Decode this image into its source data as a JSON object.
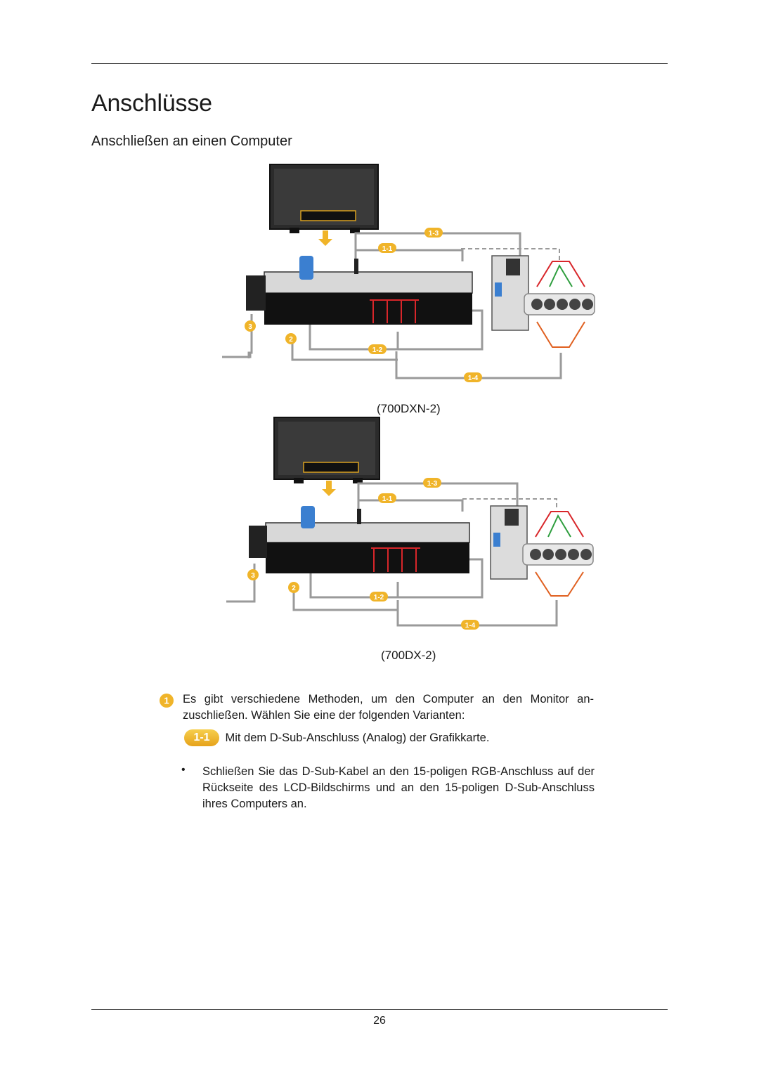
{
  "header": {
    "title": "Anschlüsse"
  },
  "section": {
    "title": "Anschließen an einen Computer"
  },
  "figures": [
    {
      "caption": "(700DXN-2)",
      "badges": {
        "b11": "1-1",
        "b12": "1-2",
        "b13": "1-3",
        "b14": "1-4",
        "n2": "2",
        "n3": "3"
      }
    },
    {
      "caption": "(700DX-2)",
      "badges": {
        "b11": "1-1",
        "b12": "1-2",
        "b13": "1-3",
        "b14": "1-4",
        "n2": "2",
        "n3": "3"
      }
    }
  ],
  "note": {
    "icon_label": "1",
    "text": "Es gibt verschiedene Methoden, um den Computer an den Monitor an-zuschließen. Wählen Sie eine der folgenden Varianten:"
  },
  "option": {
    "badge": "1-1",
    "text": "Mit dem D-Sub-Anschluss (Analog) der Grafikkarte."
  },
  "bullet": {
    "symbol": "•",
    "text": "Schließen Sie das D-Sub-Kabel an den 15-poligen RGB-Anschluss auf der Rückseite des LCD-Bildschirms und an den 15-poligen D-Sub-Anschluss ihres Computers an."
  },
  "footer": {
    "page_number": "26"
  },
  "colors": {
    "badge_orange": "#f0b429",
    "cable_gray": "#9a9a9a",
    "cable_red": "#d8262a",
    "connector_blue": "#3b7fd0"
  }
}
